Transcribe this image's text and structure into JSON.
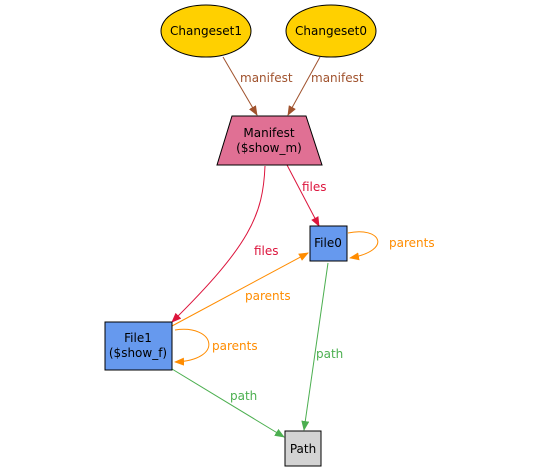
{
  "nodes": {
    "changeset1": {
      "label": "Changeset1",
      "fill": "#ffd000",
      "stroke": "#000000"
    },
    "changeset0": {
      "label": "Changeset0",
      "fill": "#ffd000",
      "stroke": "#000000"
    },
    "manifest": {
      "label_line1": "Manifest",
      "label_line2": "($show_m)",
      "fill": "#e07094",
      "stroke": "#000000"
    },
    "file0": {
      "label": "File0",
      "fill": "#6699ee",
      "stroke": "#000000"
    },
    "file1": {
      "label_line1": "File1",
      "label_line2": "($show_f)",
      "fill": "#6699ee",
      "stroke": "#000000"
    },
    "path": {
      "label": "Path",
      "fill": "#d3d3d3",
      "stroke": "#000000"
    }
  },
  "edges": {
    "changeset1_manifest": {
      "label": "manifest",
      "color": "#a0522d"
    },
    "changeset0_manifest": {
      "label": "manifest",
      "color": "#a0522d"
    },
    "manifest_file0": {
      "label": "files",
      "color": "#dc143c"
    },
    "manifest_file1": {
      "label": "files",
      "color": "#dc143c"
    },
    "file0_self": {
      "label": "parents",
      "color": "#ff8c00"
    },
    "file1_file0": {
      "label": "parents",
      "color": "#ff8c00"
    },
    "file1_self": {
      "label": "parents",
      "color": "#ff8c00"
    },
    "file0_path": {
      "label": "path",
      "color": "#4caf50"
    },
    "file1_path": {
      "label": "path",
      "color": "#4caf50"
    }
  }
}
